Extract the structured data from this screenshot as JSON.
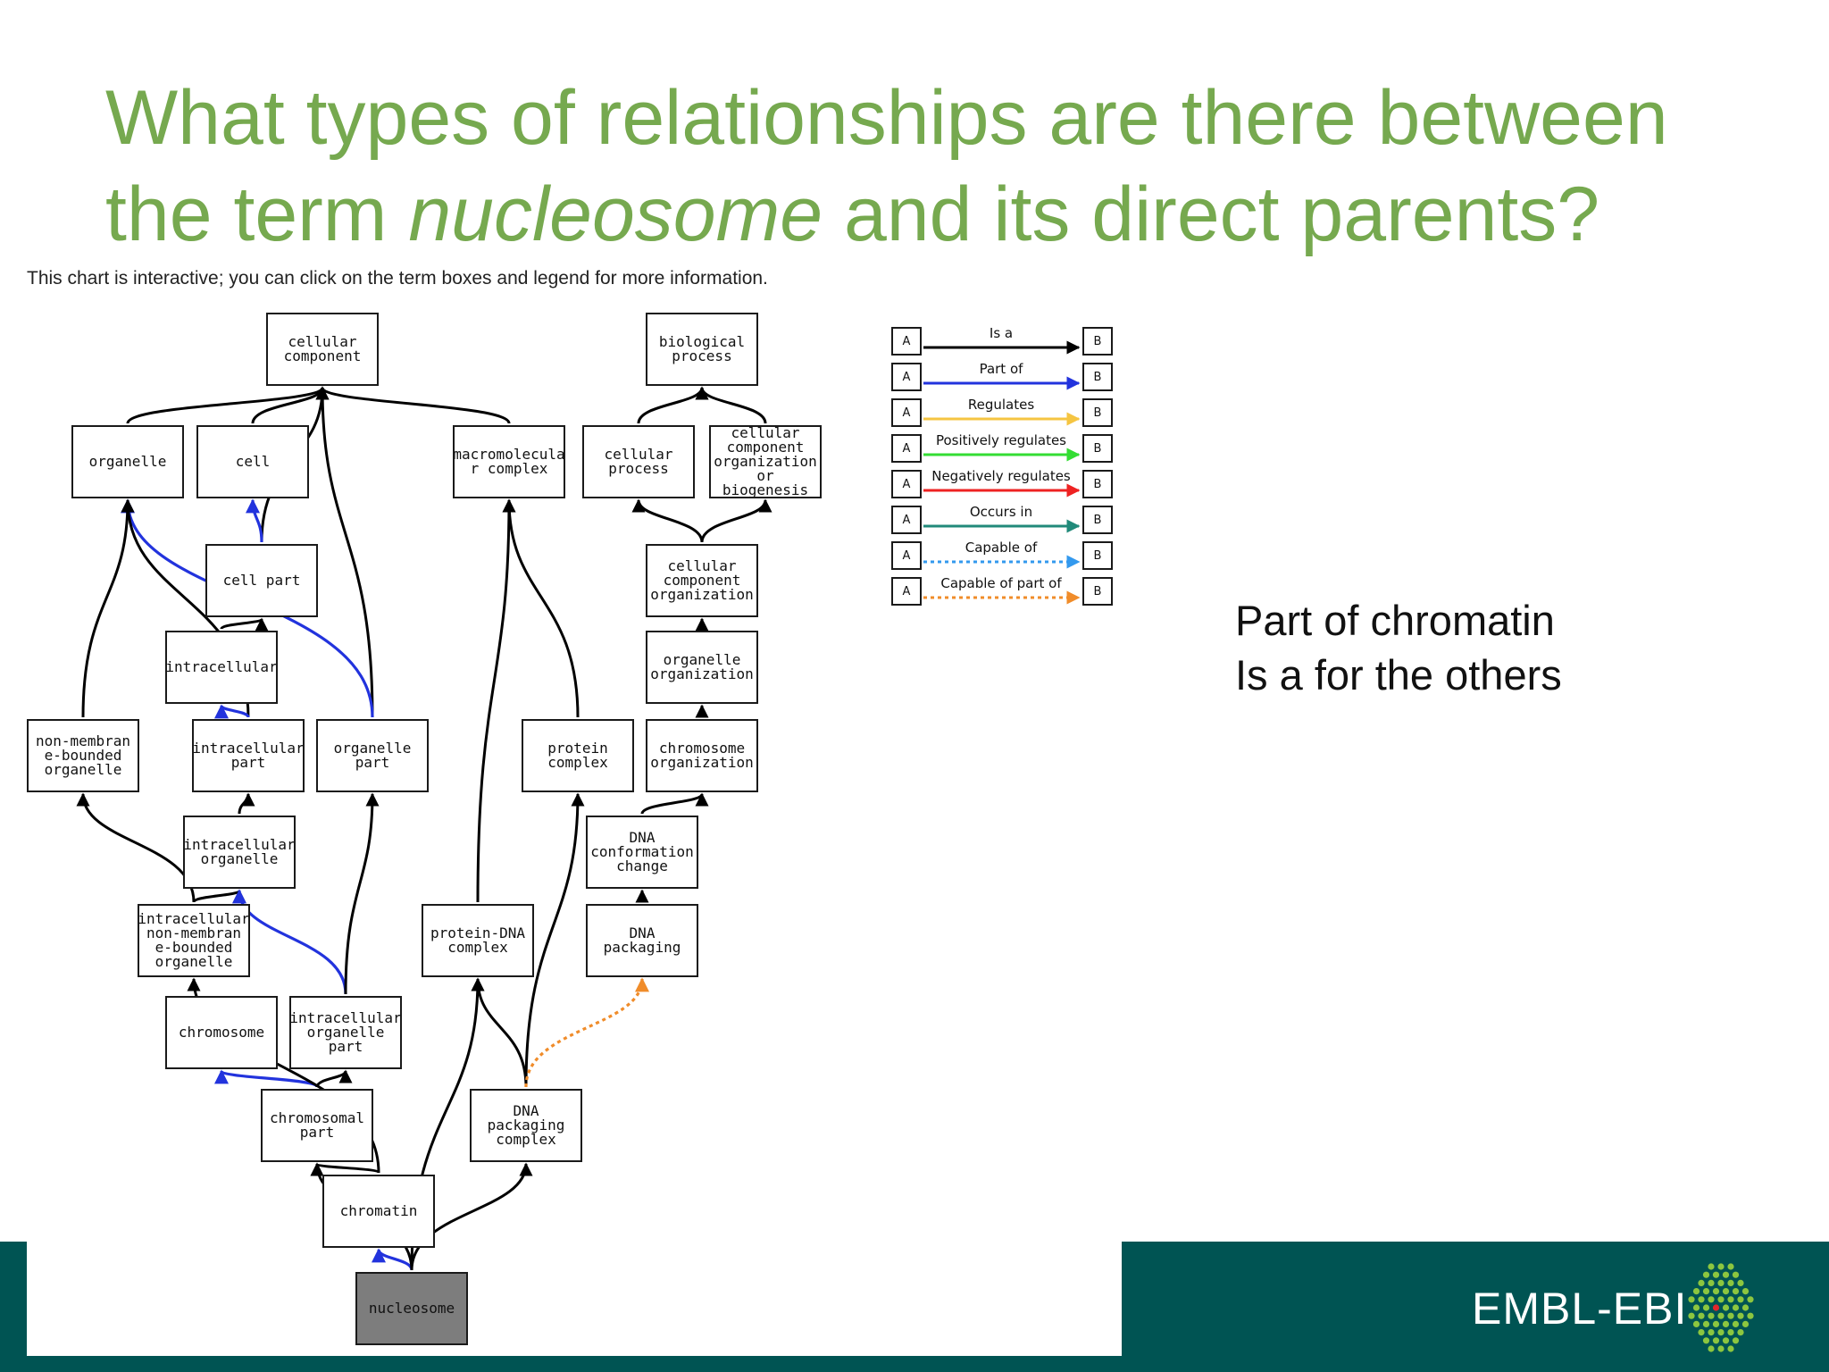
{
  "slide": {
    "title_line1": "What types of relationships are there between",
    "title_line2_pre": "the term ",
    "title_line2_term": "nucleosome",
    "title_line2_post": " and its direct parents?",
    "caption": "This chart is interactive; you can click on the term boxes and legend for more information.",
    "answer_line1": "Part of chromatin",
    "answer_line2": "Is a for the others",
    "logo": "EMBL-EBI"
  },
  "colors": {
    "title": "#76a94f",
    "footer": "#005453",
    "is_a": "#000000",
    "part_of": "#2233dd",
    "regulates": "#f5c542",
    "positively_regulates": "#33dd33",
    "negatively_regulates": "#ee2222",
    "occurs_in": "#218a7a",
    "capable_of": "#3399ee",
    "capable_of_part_of": "#f08c2a",
    "current_term": "#7d7d7d"
  },
  "nodes": [
    {
      "id": "cellular_component",
      "label": "cellular\ncomponent"
    },
    {
      "id": "biological_process",
      "label": "biological\nprocess"
    },
    {
      "id": "organelle",
      "label": "organelle"
    },
    {
      "id": "cell",
      "label": "cell"
    },
    {
      "id": "macromolecular_complex",
      "label": "macromolecula\nr complex"
    },
    {
      "id": "cellular_process",
      "label": "cellular\nprocess"
    },
    {
      "id": "cc_org_or_biogenesis",
      "label": "cellular\ncomponent\norganization or\nbiogenesis"
    },
    {
      "id": "cell_part",
      "label": "cell part"
    },
    {
      "id": "cc_organization",
      "label": "cellular\ncomponent\norganization"
    },
    {
      "id": "intracellular",
      "label": "intracellular"
    },
    {
      "id": "organelle_organization",
      "label": "organelle\norganization"
    },
    {
      "id": "non_membrane_organelle",
      "label": "non-membran\ne-bounded\norganelle"
    },
    {
      "id": "intracellular_part",
      "label": "intracellular\npart"
    },
    {
      "id": "organelle_part",
      "label": "organelle part"
    },
    {
      "id": "protein_complex",
      "label": "protein\ncomplex"
    },
    {
      "id": "chromosome_organization",
      "label": "chromosome\norganization"
    },
    {
      "id": "intracellular_organelle",
      "label": "intracellular\norganelle"
    },
    {
      "id": "dna_conformation_change",
      "label": "DNA\nconformation\nchange"
    },
    {
      "id": "intra_nonmembrane_organelle",
      "label": "intracellular\nnon-membran\ne-bounded\norganelle"
    },
    {
      "id": "protein_dna_complex",
      "label": "protein-DNA\ncomplex"
    },
    {
      "id": "dna_packaging",
      "label": "DNA packaging"
    },
    {
      "id": "chromosome",
      "label": "chromosome"
    },
    {
      "id": "intracellular_organelle_part",
      "label": "intracellular\norganelle part"
    },
    {
      "id": "chromosomal_part",
      "label": "chromosomal\npart"
    },
    {
      "id": "dna_packaging_complex",
      "label": "DNA packaging\ncomplex"
    },
    {
      "id": "chromatin",
      "label": "chromatin"
    },
    {
      "id": "nucleosome",
      "label": "nucleosome",
      "current": true
    }
  ],
  "edges": [
    {
      "from": "organelle",
      "to": "cellular_component",
      "type": "is_a"
    },
    {
      "from": "cell",
      "to": "cellular_component",
      "type": "is_a"
    },
    {
      "from": "macromolecular_complex",
      "to": "cellular_component",
      "type": "is_a"
    },
    {
      "from": "cell_part",
      "to": "cellular_component",
      "type": "is_a"
    },
    {
      "from": "organelle_part",
      "to": "cellular_component",
      "type": "is_a"
    },
    {
      "from": "cellular_process",
      "to": "biological_process",
      "type": "is_a"
    },
    {
      "from": "cc_org_or_biogenesis",
      "to": "biological_process",
      "type": "is_a"
    },
    {
      "from": "cell_part",
      "to": "cell",
      "type": "part_of"
    },
    {
      "from": "organelle_part",
      "to": "organelle",
      "type": "part_of"
    },
    {
      "from": "non_membrane_organelle",
      "to": "organelle",
      "type": "is_a"
    },
    {
      "from": "intracellular_part",
      "to": "organelle",
      "type": "is_a"
    },
    {
      "from": "cc_organization",
      "to": "cellular_process",
      "type": "is_a"
    },
    {
      "from": "cc_organization",
      "to": "cc_org_or_biogenesis",
      "type": "is_a"
    },
    {
      "from": "intracellular",
      "to": "cell_part",
      "type": "is_a"
    },
    {
      "from": "intracellular_part",
      "to": "intracellular",
      "type": "part_of"
    },
    {
      "from": "organelle_organization",
      "to": "cc_organization",
      "type": "is_a"
    },
    {
      "from": "chromosome_organization",
      "to": "organelle_organization",
      "type": "is_a"
    },
    {
      "from": "intracellular_organelle",
      "to": "intracellular_part",
      "type": "is_a"
    },
    {
      "from": "intra_nonmembrane_organelle",
      "to": "non_membrane_organelle",
      "type": "is_a"
    },
    {
      "from": "intra_nonmembrane_organelle",
      "to": "intracellular_organelle",
      "type": "is_a"
    },
    {
      "from": "intracellular_organelle_part",
      "to": "intracellular_organelle",
      "type": "part_of"
    },
    {
      "from": "intracellular_organelle_part",
      "to": "organelle_part",
      "type": "is_a"
    },
    {
      "from": "dna_conformation_change",
      "to": "chromosome_organization",
      "type": "is_a"
    },
    {
      "from": "dna_packaging",
      "to": "dna_conformation_change",
      "type": "is_a"
    },
    {
      "from": "protein_complex",
      "to": "macromolecular_complex",
      "type": "is_a"
    },
    {
      "from": "protein_dna_complex",
      "to": "macromolecular_complex",
      "type": "is_a"
    },
    {
      "from": "chromosomal_part",
      "to": "chromosome",
      "type": "part_of"
    },
    {
      "from": "chromosomal_part",
      "to": "intracellular_organelle_part",
      "type": "is_a"
    },
    {
      "from": "dna_packaging_complex",
      "to": "protein_dna_complex",
      "type": "is_a"
    },
    {
      "from": "dna_packaging_complex",
      "to": "protein_complex",
      "type": "is_a"
    },
    {
      "from": "dna_packaging_complex",
      "to": "dna_packaging",
      "type": "capable_of_part_of"
    },
    {
      "from": "chromatin",
      "to": "chromosomal_part",
      "type": "is_a"
    },
    {
      "from": "chromatin",
      "to": "intra_nonmembrane_organelle",
      "type": "is_a"
    },
    {
      "from": "nucleosome",
      "to": "chromatin",
      "type": "part_of"
    },
    {
      "from": "nucleosome",
      "to": "chromosomal_part",
      "type": "is_a"
    },
    {
      "from": "nucleosome",
      "to": "dna_packaging_complex",
      "type": "is_a"
    },
    {
      "from": "nucleosome",
      "to": "protein_dna_complex",
      "type": "is_a"
    }
  ],
  "legend": [
    {
      "type": "is_a",
      "label": "Is a",
      "a": "A",
      "b": "B",
      "style": "solid"
    },
    {
      "type": "part_of",
      "label": "Part of",
      "a": "A",
      "b": "B",
      "style": "solid"
    },
    {
      "type": "regulates",
      "label": "Regulates",
      "a": "A",
      "b": "B",
      "style": "solid"
    },
    {
      "type": "positively_regulates",
      "label": "Positively regulates",
      "a": "A",
      "b": "B",
      "style": "solid"
    },
    {
      "type": "negatively_regulates",
      "label": "Negatively regulates",
      "a": "A",
      "b": "B",
      "style": "solid"
    },
    {
      "type": "occurs_in",
      "label": "Occurs in",
      "a": "A",
      "b": "B",
      "style": "solid"
    },
    {
      "type": "capable_of",
      "label": "Capable of",
      "a": "A",
      "b": "B",
      "style": "dotted"
    },
    {
      "type": "capable_of_part_of",
      "label": "Capable of part of",
      "a": "A",
      "b": "B",
      "style": "dotted"
    }
  ]
}
